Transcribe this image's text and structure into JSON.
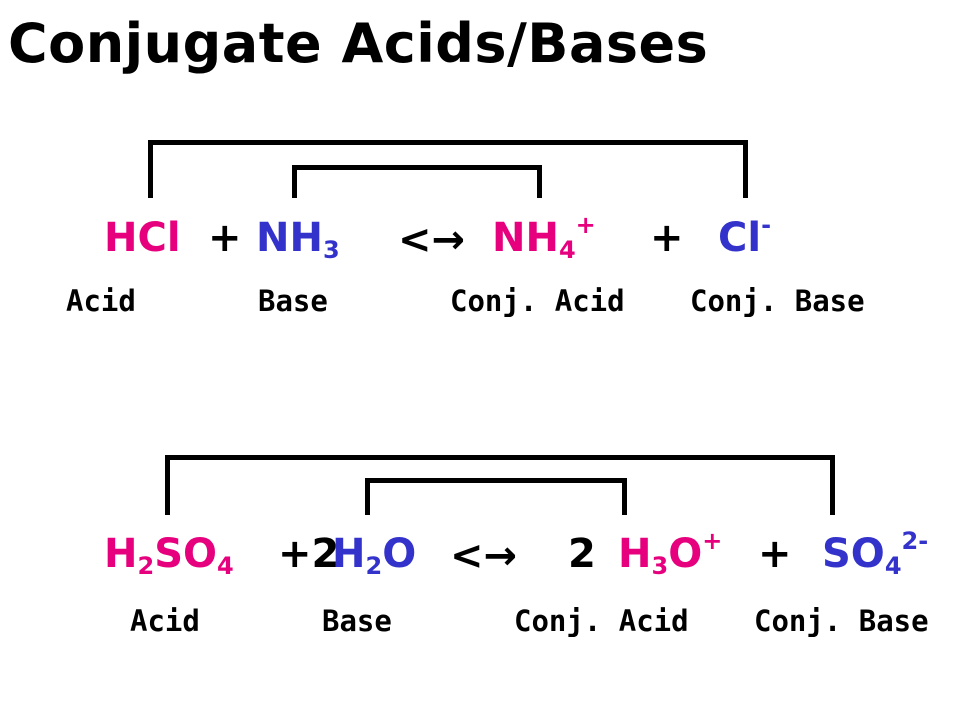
{
  "title": "Conjugate Acids/Bases",
  "colors": {
    "acid": "#e6007e",
    "base": "#3333cc",
    "text": "#000000"
  },
  "reaction1": {
    "acid": {
      "main": "HCl"
    },
    "plus1": "+",
    "base": {
      "main": "NH",
      "sub": "3"
    },
    "arrow": "<→",
    "conj_acid": {
      "main": "NH",
      "sub": "4",
      "sup": "+"
    },
    "plus2": "+",
    "conj_base": {
      "main": "Cl",
      "sup": "-"
    },
    "labels": {
      "acid": "Acid",
      "base": "Base",
      "conj_acid": "Conj. Acid",
      "conj_base": "Conj. Base"
    }
  },
  "reaction2": {
    "acid": {
      "h": "H",
      "h_sub": "2",
      "s": "SO",
      "s_sub": "4"
    },
    "plus1": "+2",
    "base": {
      "h": "H",
      "h_sub": "2",
      "o": "O"
    },
    "arrow": "<→",
    "coef": "2",
    "conj_acid": {
      "h": "H",
      "h_sub": "3",
      "o": "O",
      "sup": "+"
    },
    "plus2": "+",
    "conj_base": {
      "main": "SO",
      "sub": "4",
      "sup": "2-"
    },
    "labels": {
      "acid": "Acid",
      "base": "Base",
      "conj_acid": "Conj. Acid",
      "conj_base": "Conj. Base"
    }
  }
}
